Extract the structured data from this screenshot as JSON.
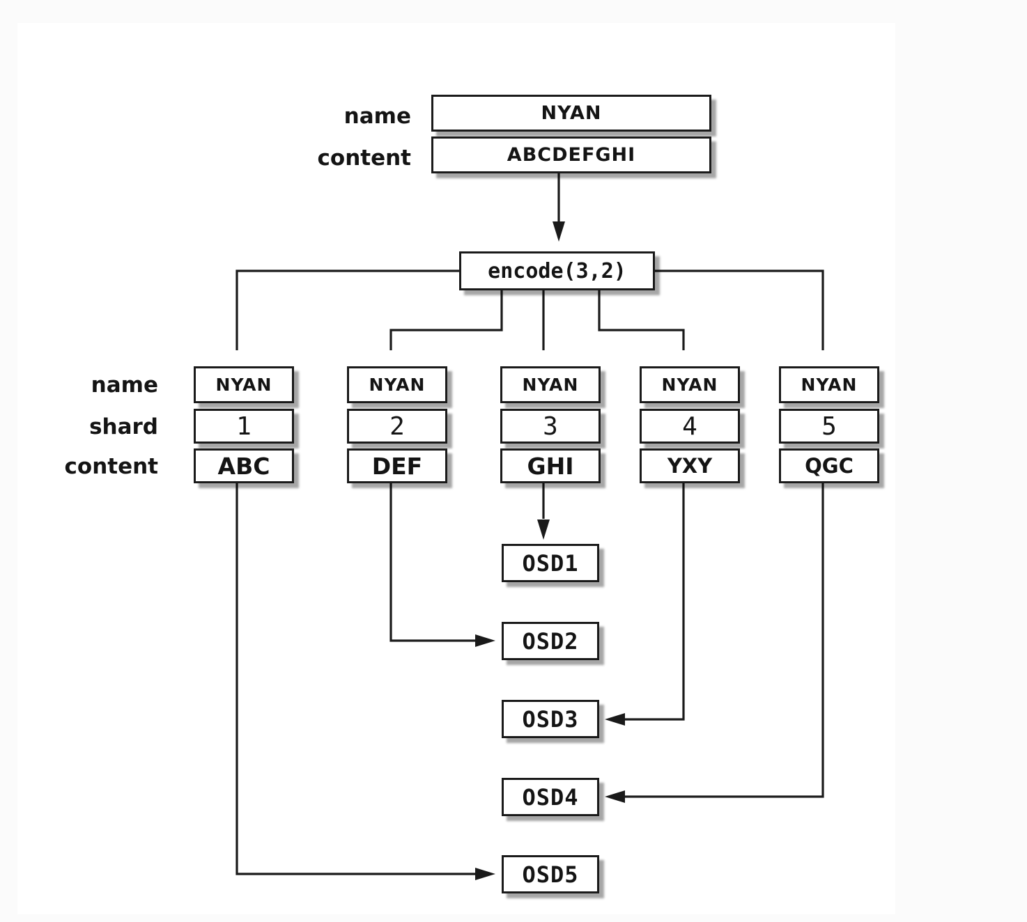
{
  "colors": {
    "line": "#1a1a1a",
    "box_border": "#1a1a1a",
    "box_fill": "#ffffff",
    "text": "#141414",
    "page_bg": "#ffffff",
    "outer_bg": "#fbfbfb"
  },
  "source_object": {
    "name_label": "name",
    "content_label": "content",
    "name": "NYAN",
    "content": "ABCDEFGHI"
  },
  "encode": {
    "label": "encode(3,2)"
  },
  "row_labels": {
    "name": "name",
    "shard": "shard",
    "content": "content"
  },
  "shards": [
    {
      "name": "NYAN",
      "shard": "1",
      "content": "ABC",
      "stored_on": "OSD5"
    },
    {
      "name": "NYAN",
      "shard": "2",
      "content": "DEF",
      "stored_on": "OSD2"
    },
    {
      "name": "NYAN",
      "shard": "3",
      "content": "GHI",
      "stored_on": "OSD1"
    },
    {
      "name": "NYAN",
      "shard": "4",
      "content": "YXY",
      "stored_on": "OSD3"
    },
    {
      "name": "NYAN",
      "shard": "5",
      "content": "QGC",
      "stored_on": "OSD4"
    }
  ],
  "osds": [
    {
      "label": "OSD1"
    },
    {
      "label": "OSD2"
    },
    {
      "label": "OSD3"
    },
    {
      "label": "OSD4"
    },
    {
      "label": "OSD5"
    }
  ]
}
